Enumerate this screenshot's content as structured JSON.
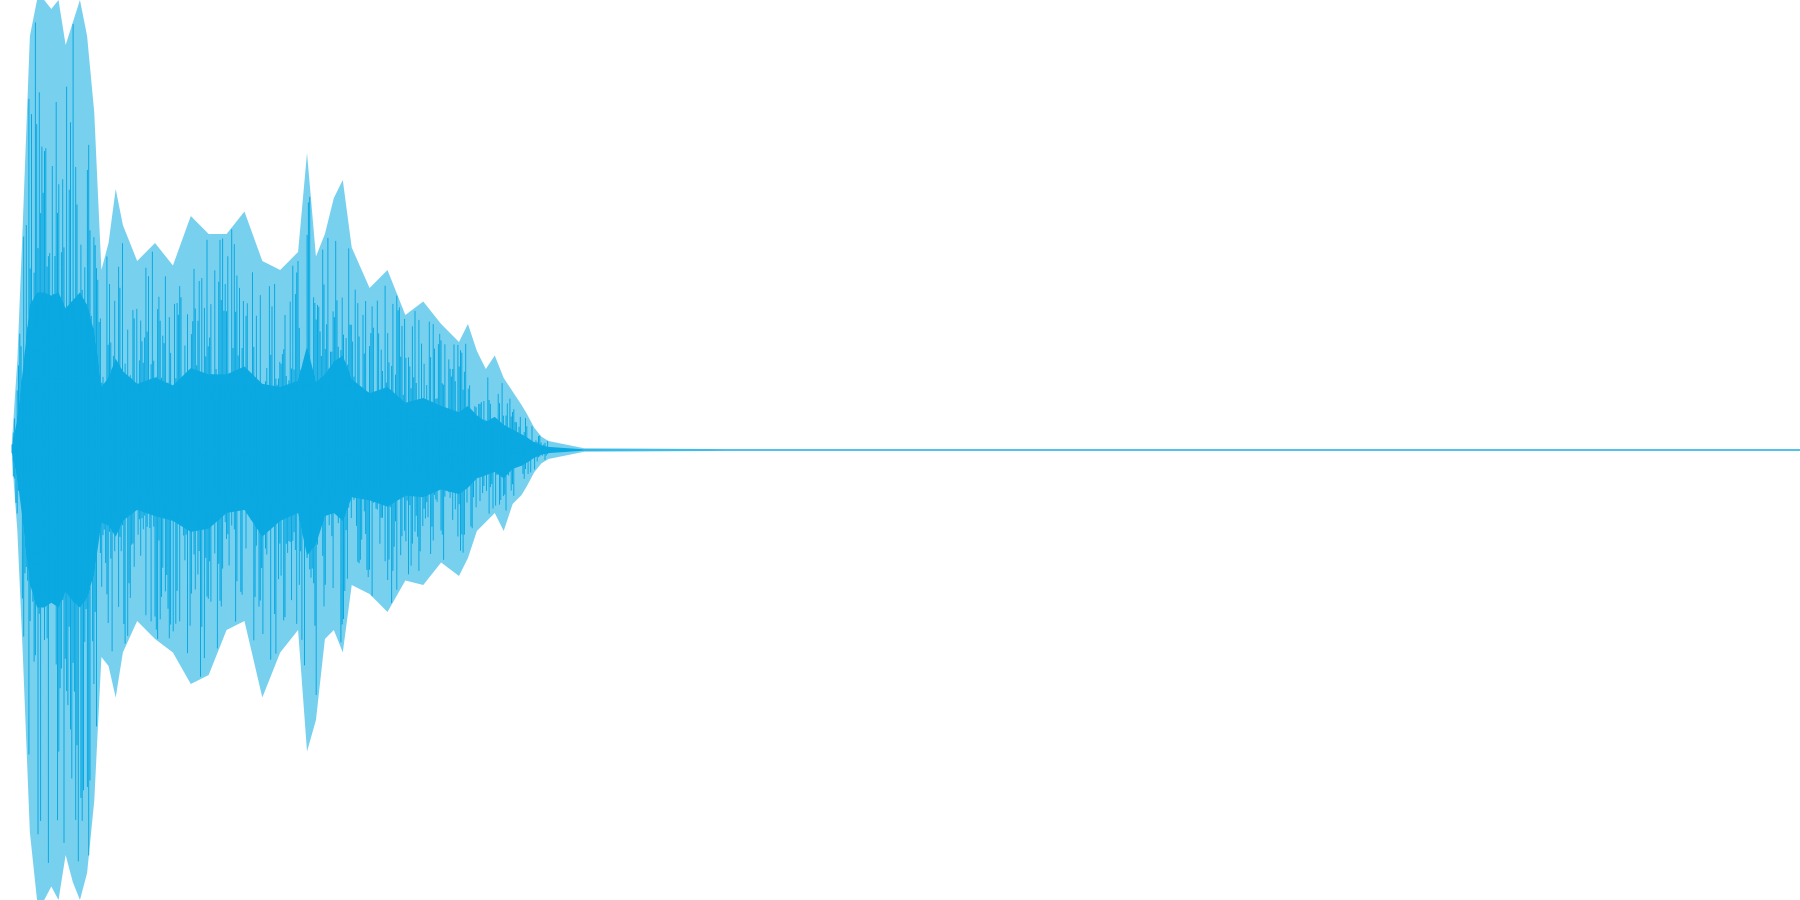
{
  "chart_data": {
    "type": "area",
    "title": "",
    "xlabel": "",
    "ylabel": "",
    "grid": false,
    "legend": "none",
    "ylim": [
      -1,
      1
    ],
    "xlim": [
      0,
      1
    ],
    "color": "#0aa9e1",
    "series": [
      {
        "x": [
          0.0,
          0.003,
          0.006,
          0.01,
          0.014,
          0.018,
          0.022,
          0.026,
          0.03,
          0.034,
          0.038,
          0.042,
          0.046,
          0.05,
          0.054,
          0.058,
          0.062,
          0.07,
          0.08,
          0.09,
          0.1,
          0.11,
          0.12,
          0.13,
          0.14,
          0.15,
          0.16,
          0.165,
          0.17,
          0.175,
          0.18,
          0.185,
          0.19,
          0.2,
          0.21,
          0.22,
          0.23,
          0.24,
          0.25,
          0.255,
          0.26,
          0.265,
          0.27,
          0.275,
          0.28,
          0.285,
          0.288,
          0.292,
          0.296,
          0.3,
          0.32,
          0.4,
          0.5,
          0.6,
          0.7,
          0.8,
          0.9,
          1.0
        ],
        "upper": [
          0.02,
          0.2,
          0.5,
          0.92,
          1.0,
          1.0,
          0.98,
          1.0,
          0.9,
          0.95,
          1.0,
          0.92,
          0.75,
          0.4,
          0.46,
          0.58,
          0.5,
          0.42,
          0.46,
          0.41,
          0.52,
          0.48,
          0.48,
          0.53,
          0.42,
          0.4,
          0.44,
          0.66,
          0.43,
          0.48,
          0.56,
          0.6,
          0.45,
          0.36,
          0.4,
          0.3,
          0.33,
          0.28,
          0.24,
          0.28,
          0.22,
          0.18,
          0.21,
          0.16,
          0.13,
          0.1,
          0.08,
          0.05,
          0.03,
          0.02,
          0.004,
          0.002,
          0.002,
          0.002,
          0.002,
          0.002,
          0.002,
          0.002
        ],
        "lower": [
          -0.02,
          -0.18,
          -0.45,
          -0.85,
          -1.0,
          -1.0,
          -0.97,
          -1.0,
          -0.9,
          -0.96,
          -1.0,
          -0.94,
          -0.78,
          -0.46,
          -0.48,
          -0.55,
          -0.45,
          -0.38,
          -0.42,
          -0.45,
          -0.52,
          -0.5,
          -0.4,
          -0.38,
          -0.55,
          -0.45,
          -0.4,
          -0.67,
          -0.6,
          -0.42,
          -0.4,
          -0.45,
          -0.3,
          -0.32,
          -0.36,
          -0.29,
          -0.3,
          -0.25,
          -0.28,
          -0.24,
          -0.18,
          -0.16,
          -0.14,
          -0.18,
          -0.12,
          -0.1,
          -0.08,
          -0.05,
          -0.03,
          -0.02,
          -0.004,
          -0.002,
          -0.002,
          -0.002,
          -0.002,
          -0.002,
          -0.002,
          -0.002
        ]
      }
    ]
  }
}
